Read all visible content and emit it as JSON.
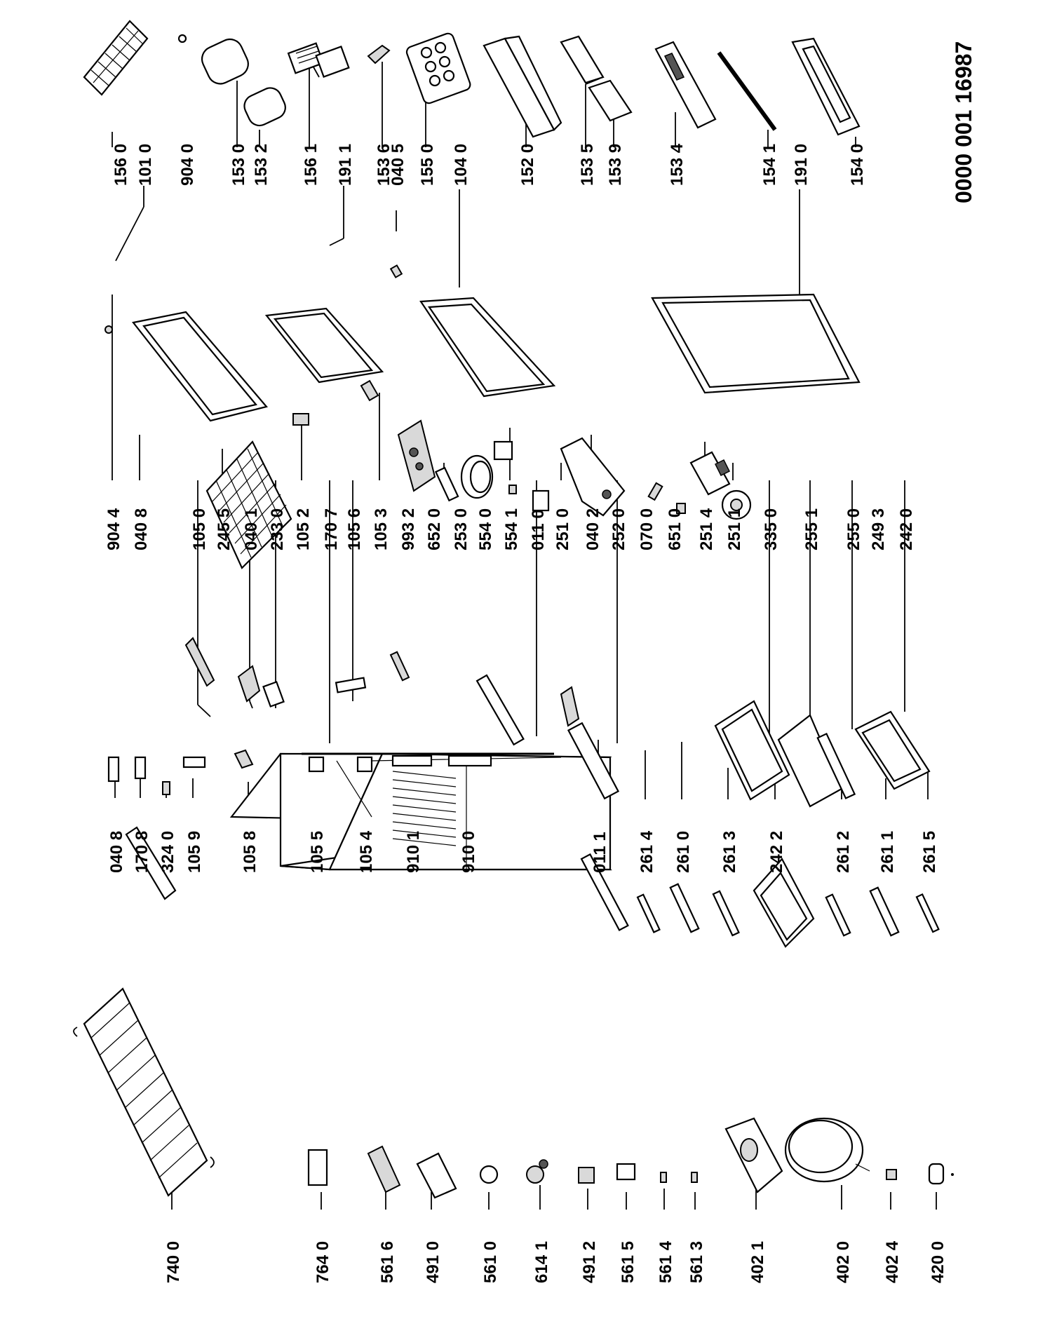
{
  "drawing_number": "0000 001 16987",
  "labels": {
    "c0": [
      "156 0",
      "101 0",
      "904 0",
      "153 0",
      "153 2",
      "156 1",
      "191 1",
      "153 6",
      "040 5",
      "155 0",
      "104 0",
      "152 0",
      "153 5",
      "153 9",
      "153 4",
      "154 1",
      "191 0",
      "154 0"
    ],
    "c1": [
      "904 4",
      "040 8",
      "105 0",
      "245 5",
      "040 1",
      "233 0",
      "105 2",
      "170 7",
      "105 6",
      "105 3",
      "993 2",
      "652 0",
      "253 0",
      "554 0",
      "554 1",
      "011 0",
      "251 0",
      "040 2",
      "252 0",
      "070 0",
      "651 0",
      "251 4",
      "251 1",
      "335 0",
      "255 1",
      "255 0",
      "249 3",
      "242 0"
    ],
    "c2": [
      "040 8",
      "170 8",
      "324 0",
      "105 9",
      "105 8",
      "105 5",
      "105 4",
      "910 1",
      "910 0",
      "011 1",
      "261 4",
      "261 0",
      "261 3",
      "242 2",
      "261 2",
      "261 1",
      "261 5"
    ],
    "c3": [
      "740 0",
      "764 0",
      "561 6",
      "491 0",
      "561 0",
      "614 1",
      "491 2",
      "561 5",
      "561 4",
      "561 3",
      "402 1",
      "402 0",
      "402 4",
      "420 0"
    ]
  }
}
